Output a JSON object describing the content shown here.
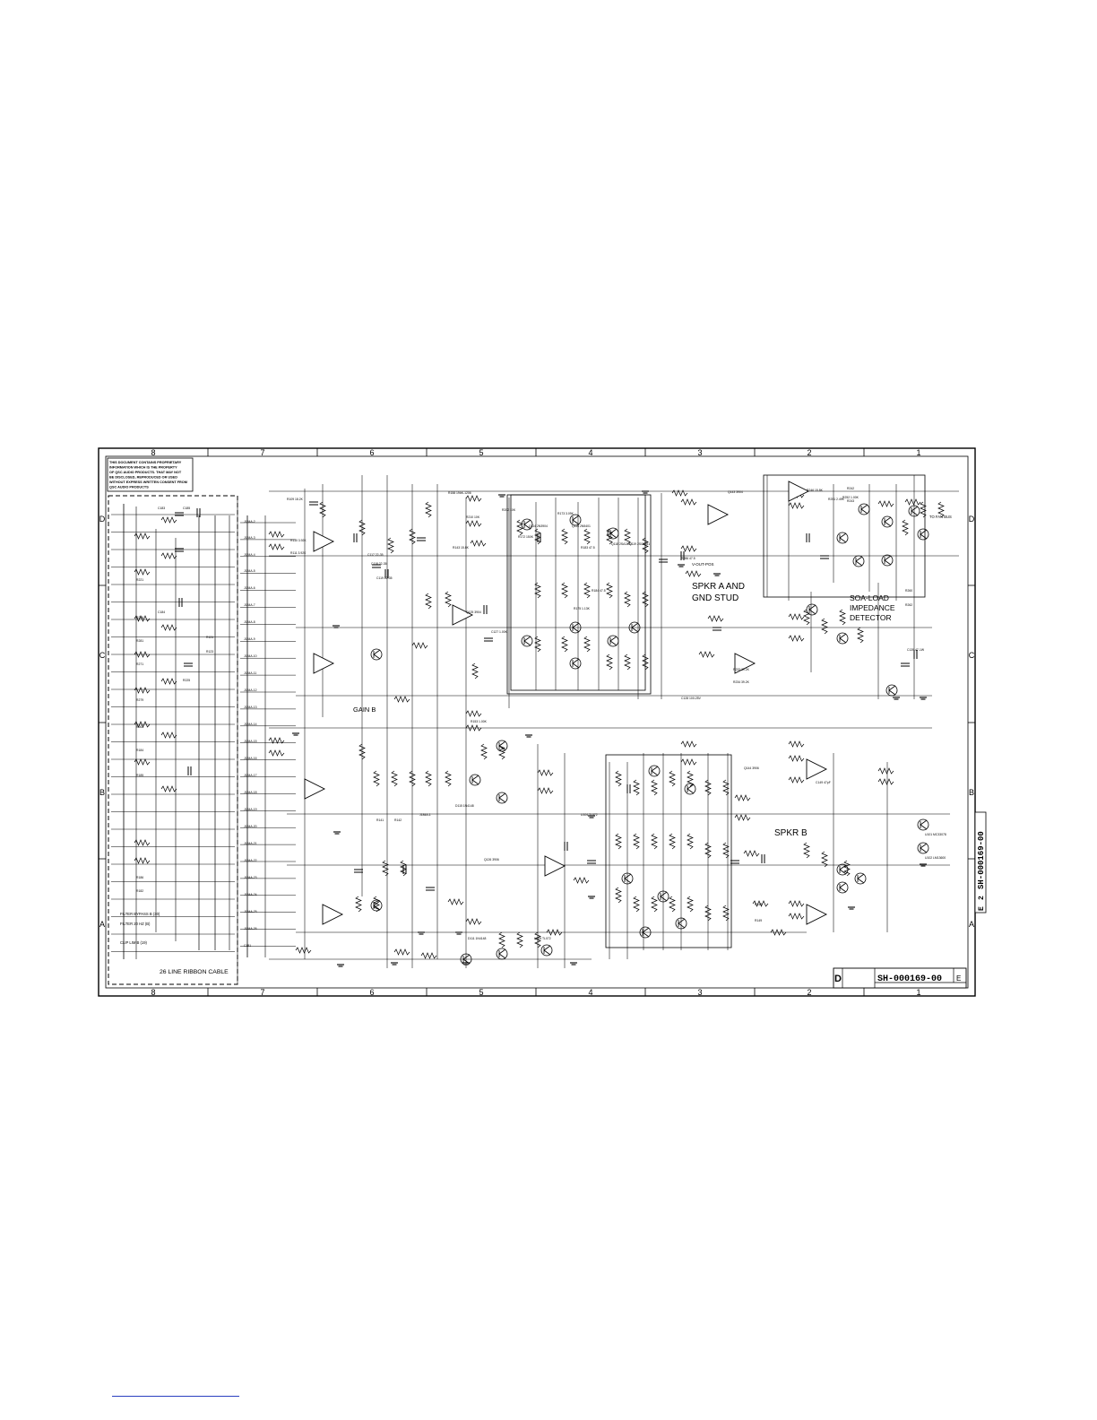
{
  "zones_top": [
    "8",
    "7",
    "6",
    "5",
    "4",
    "3",
    "2",
    "1"
  ],
  "zones_bottom": [
    "8",
    "7",
    "6",
    "5",
    "4",
    "3",
    "2",
    "1"
  ],
  "zones_side": [
    "D",
    "C",
    "B",
    "A"
  ],
  "notice": [
    "THIS DOCUMENT CONTAINS PROPRIETARY",
    "INFORMATION WHICH IS THE PROPERTY",
    "OF QSC AUDIO PRODUCTS. THAT MAY NOT",
    "BE DISCLOSED, REPRODUCED OR USED",
    "WITHOUT EXPRESS WRITTEN CONSENT FROM",
    "QSC AUDIO PRODUCTS"
  ],
  "labels": {
    "spkr_a": [
      "SPKR A AND",
      "GND STUD"
    ],
    "spkr_b": "SPKR B",
    "soa": [
      "SOA-LOAD",
      "IMPEDANCE",
      "DETECTOR"
    ],
    "gain_b": "GAIN B",
    "ribbon": "26 LINE RIBBON CABLE",
    "filter_bypass": "FILTER BYPASS B (30)",
    "filter_hz": "FILTER 20 HZ (B)",
    "clip_lim": "CLIP LIM B (19)",
    "v_out": "V-OUT-POS",
    "fan_bus": "TO FAN BUS"
  },
  "title_block": {
    "size": "D",
    "doc_number": "SH-000169-00",
    "rev": "E",
    "side_number": "SH-000169-00",
    "side_rev": "E",
    "side_sheet": "2"
  },
  "components": [
    {
      "ref": "R109",
      "value": "18.2K"
    },
    {
      "ref": "R110",
      "value": "3.92K"
    },
    {
      "ref": "R111",
      "value": "3.92K"
    },
    {
      "ref": "R158",
      "value": "196K-1206"
    },
    {
      "ref": "R210",
      "value": "10K"
    },
    {
      "ref": "R202",
      "value": "10K"
    },
    {
      "ref": "R143",
      "value": "15.8K"
    },
    {
      "ref": "R153",
      "value": "1.00K"
    },
    {
      "ref": "R172",
      "value": "150K"
    },
    {
      "ref": "R173",
      "value": "3.09K"
    },
    {
      "ref": "R175",
      "value": "1.13K"
    },
    {
      "ref": "R183",
      "value": "47.5"
    },
    {
      "ref": "R184",
      "value": "47.5"
    },
    {
      "ref": "R233",
      "value": "39.2K"
    },
    {
      "ref": "R234",
      "value": "39.2K"
    },
    {
      "ref": "R246",
      "value": "15.8K"
    },
    {
      "ref": "R251",
      "value": "2.49K"
    },
    {
      "ref": "R252",
      "value": "1.00K"
    },
    {
      "ref": "R286",
      "value": "47.5"
    },
    {
      "ref": "C117",
      "value": "22-35"
    },
    {
      "ref": "C118",
      "value": "22-35"
    },
    {
      "ref": "C119",
      "value": "22-35"
    },
    {
      "ref": "C127",
      "value": "1.00K"
    },
    {
      "ref": "C128",
      "value": "100-25V"
    },
    {
      "ref": "C139",
      "value": "47-1W"
    },
    {
      "ref": "C149",
      "value": "47pF"
    },
    {
      "ref": "Q114",
      "value": "2N3904"
    },
    {
      "ref": "Q116",
      "value": "2N5401"
    },
    {
      "ref": "Q118",
      "value": "2SA1302"
    },
    {
      "ref": "Q119",
      "value": "2SC3281"
    },
    {
      "ref": "Q125",
      "value": "3904"
    },
    {
      "ref": "Q126",
      "value": "3906"
    },
    {
      "ref": "Q143",
      "value": "3904"
    },
    {
      "ref": "Q144",
      "value": "3906"
    },
    {
      "ref": "U101",
      "value": "MC33078"
    },
    {
      "ref": "U102",
      "value": "LM13600"
    },
    {
      "ref": "U104",
      "value": "TL072"
    },
    {
      "ref": "U105",
      "value": "TL072"
    },
    {
      "ref": "D111",
      "value": "1N4148"
    },
    {
      "ref": "D115",
      "value": "1N4148"
    },
    {
      "ref": "J184A-1",
      "value": ""
    },
    {
      "ref": "J184A-2",
      "value": ""
    },
    {
      "ref": "J184A-3",
      "value": ""
    },
    {
      "ref": "J184A-4",
      "value": ""
    },
    {
      "ref": "J184A-5",
      "value": ""
    },
    {
      "ref": "J184A-6",
      "value": ""
    },
    {
      "ref": "J184A-7",
      "value": ""
    },
    {
      "ref": "J184A-8",
      "value": ""
    },
    {
      "ref": "J184A-9",
      "value": ""
    },
    {
      "ref": "J184A-10",
      "value": ""
    },
    {
      "ref": "J184A-11",
      "value": ""
    },
    {
      "ref": "J184A-12",
      "value": ""
    },
    {
      "ref": "J184A-13",
      "value": ""
    },
    {
      "ref": "J184A-14",
      "value": ""
    },
    {
      "ref": "J184A-15",
      "value": ""
    },
    {
      "ref": "J184A-16",
      "value": ""
    },
    {
      "ref": "J184A-17",
      "value": ""
    },
    {
      "ref": "J184A-18",
      "value": ""
    },
    {
      "ref": "J184A-19",
      "value": ""
    },
    {
      "ref": "J184A-20",
      "value": ""
    },
    {
      "ref": "J184A-21",
      "value": ""
    },
    {
      "ref": "J184A-22",
      "value": ""
    },
    {
      "ref": "J184A-23",
      "value": ""
    },
    {
      "ref": "J184A-24",
      "value": ""
    },
    {
      "ref": "J184A-25",
      "value": ""
    },
    {
      "ref": "J184A-26",
      "value": ""
    },
    {
      "ref": "C181",
      "value": ""
    },
    {
      "ref": "C183",
      "value": ""
    },
    {
      "ref": "C185",
      "value": ""
    },
    {
      "ref": "C184",
      "value": ""
    },
    {
      "ref": "R225",
      "value": ""
    },
    {
      "ref": "R221",
      "value": ""
    },
    {
      "ref": "R226",
      "value": ""
    },
    {
      "ref": "R281",
      "value": ""
    },
    {
      "ref": "R271",
      "value": ""
    },
    {
      "ref": "R279",
      "value": ""
    },
    {
      "ref": "R263",
      "value": ""
    },
    {
      "ref": "R184",
      "value": ""
    },
    {
      "ref": "R185",
      "value": ""
    },
    {
      "ref": "R186",
      "value": ""
    },
    {
      "ref": "R182",
      "value": ""
    },
    {
      "ref": "R124",
      "value": ""
    },
    {
      "ref": "R123",
      "value": ""
    },
    {
      "ref": "R242",
      "value": ""
    },
    {
      "ref": "R243",
      "value": ""
    },
    {
      "ref": "R260",
      "value": ""
    },
    {
      "ref": "R262",
      "value": ""
    },
    {
      "ref": "R141",
      "value": ""
    },
    {
      "ref": "R142",
      "value": ""
    },
    {
      "ref": "R148",
      "value": ""
    },
    {
      "ref": "R149",
      "value": ""
    }
  ]
}
